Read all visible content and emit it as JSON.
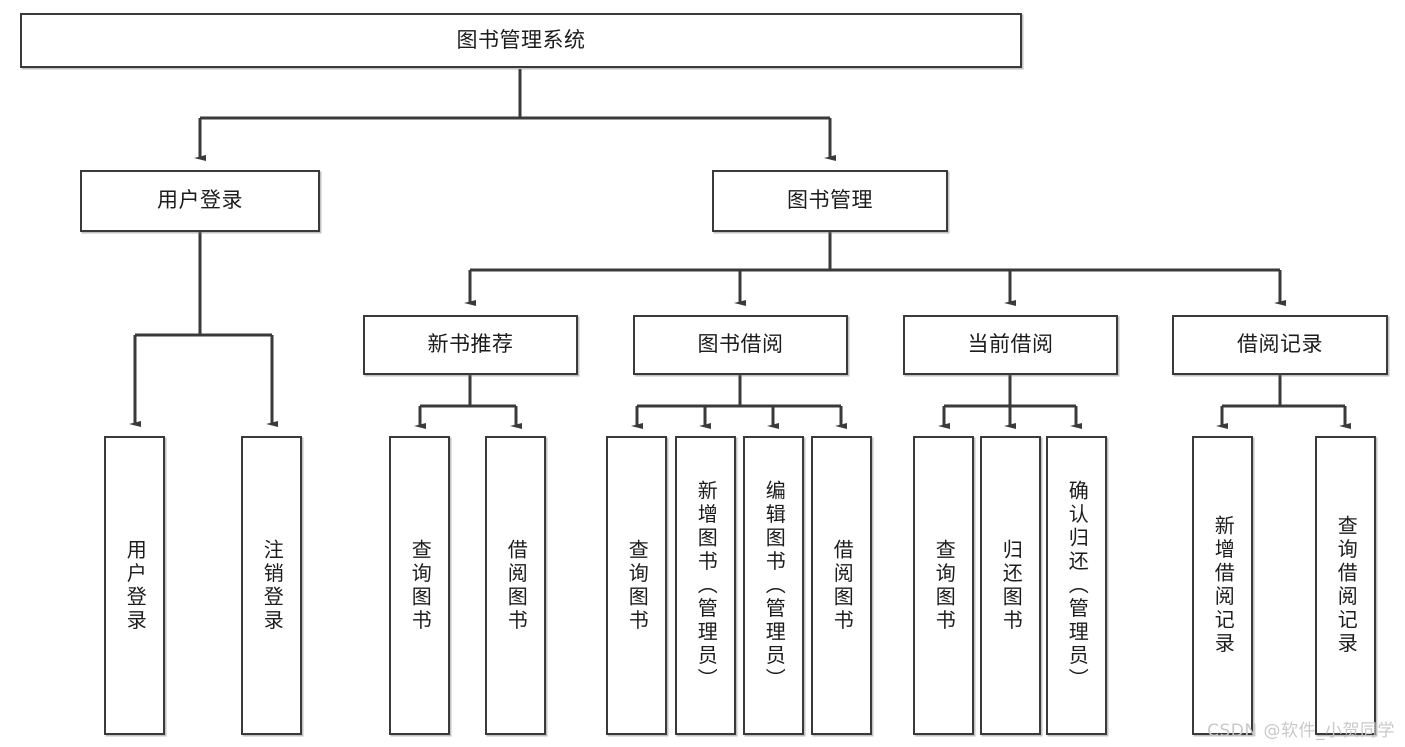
{
  "diagram": {
    "type": "tree-hierarchy",
    "title": "图书管理系统",
    "watermark": "CSDN @软件_小贺同学",
    "colors": {
      "stroke": "#3a3a3a",
      "fill": "#ffffff",
      "text": "#1c1c1c",
      "watermark": "#c9c9c9"
    },
    "nodes": {
      "root": {
        "label": "图书管理系统"
      },
      "level2": [
        {
          "id": "user-login",
          "label": "用户登录"
        },
        {
          "id": "book-manage",
          "label": "图书管理"
        }
      ],
      "level3": [
        {
          "id": "new-book-rec",
          "label": "新书推荐"
        },
        {
          "id": "book-borrow",
          "label": "图书借阅"
        },
        {
          "id": "current-borrow",
          "label": "当前借阅"
        },
        {
          "id": "borrow-record",
          "label": "借阅记录"
        }
      ],
      "leaves": {
        "user-login": [
          {
            "id": "leaf-user-login",
            "label": "用户登录"
          },
          {
            "id": "leaf-user-logout",
            "label": "注销登录"
          }
        ],
        "new-book-rec": [
          {
            "id": "leaf-query-book-1",
            "label": "查询图书"
          },
          {
            "id": "leaf-borrow-book-1",
            "label": "借阅图书"
          }
        ],
        "book-borrow": [
          {
            "id": "leaf-query-book-2",
            "label": "查询图书"
          },
          {
            "id": "leaf-add-book",
            "label": "新增图书（管理员）"
          },
          {
            "id": "leaf-edit-book",
            "label": "编辑图书（管理员）"
          },
          {
            "id": "leaf-borrow-book-2",
            "label": "借阅图书"
          }
        ],
        "current-borrow": [
          {
            "id": "leaf-query-book-3",
            "label": "查询图书"
          },
          {
            "id": "leaf-return-book",
            "label": "归还图书"
          },
          {
            "id": "leaf-confirm-return",
            "label": "确认归还（管理员）"
          }
        ],
        "borrow-record": [
          {
            "id": "leaf-add-record",
            "label": "新增借阅记录"
          },
          {
            "id": "leaf-query-record",
            "label": "查询借阅记录"
          }
        ]
      }
    }
  }
}
